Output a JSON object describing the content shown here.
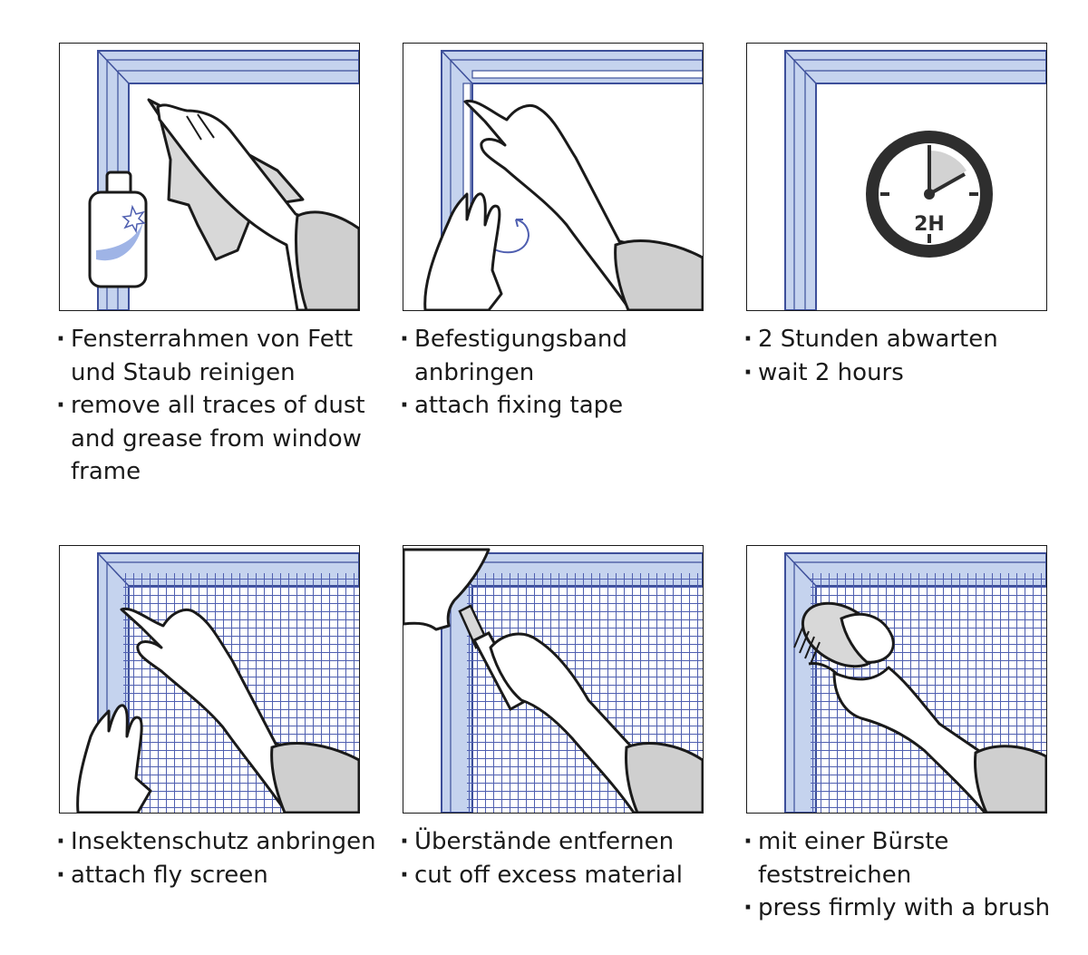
{
  "colors": {
    "frame_fill": "#c5d3ee",
    "frame_stroke": "#3d4f9a",
    "mesh": "#4f5fb0",
    "sleeve": "#cfcfcf",
    "outline": "#1a1a1a",
    "clock_ring": "#2e2e2e"
  },
  "icons": [
    "cleaner-bottle-icon",
    "cloth-icon",
    "hand-icon",
    "clock-icon",
    "cutter-knife-icon",
    "brush-icon"
  ],
  "clock": {
    "label": "2H"
  },
  "steps": [
    {
      "captions": [
        "Fensterrahmen von Fett und Staub reinigen",
        "remove all traces of dust and grease from window frame"
      ]
    },
    {
      "captions": [
        "Befestigungsband anbringen",
        "attach fixing tape"
      ]
    },
    {
      "captions": [
        "2 Stunden abwarten",
        "wait 2 hours"
      ]
    },
    {
      "captions": [
        "Insektenschutz anbringen",
        "attach fly screen"
      ]
    },
    {
      "captions": [
        "Überstände entfernen",
        "cut off excess material"
      ]
    },
    {
      "captions": [
        "mit einer Bürste feststreichen",
        "press firmly with a brush"
      ]
    }
  ]
}
